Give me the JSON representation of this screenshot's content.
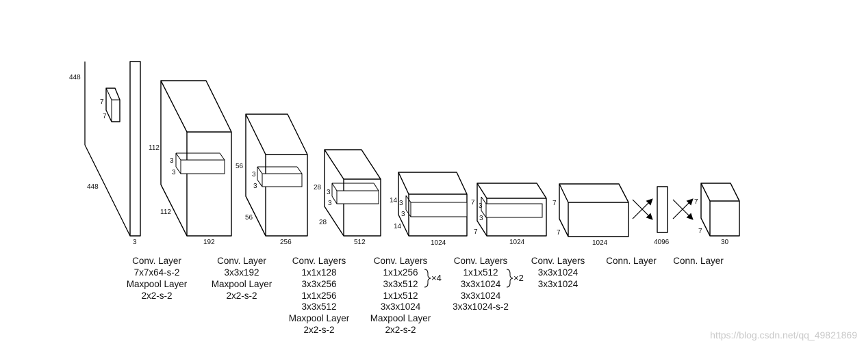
{
  "layers": [
    {
      "id": "L0",
      "dims": [
        "448",
        "448",
        "3"
      ],
      "kernel": [
        "7",
        "7"
      ],
      "caption": [
        "Conv. Layer",
        "7x7x64-s-2",
        "Maxpool Layer",
        "2x2-s-2"
      ]
    },
    {
      "id": "L1",
      "dims": [
        "112",
        "112",
        "192"
      ],
      "kernel": [
        "3",
        "3"
      ],
      "caption": [
        "Conv. Layer",
        "3x3x192",
        "Maxpool Layer",
        "2x2-s-2"
      ]
    },
    {
      "id": "L2",
      "dims": [
        "56",
        "56",
        "256"
      ],
      "kernel": [
        "3",
        "3"
      ],
      "caption": [
        "Conv. Layers",
        "1x1x128",
        "3x3x256",
        "1x1x256",
        "3x3x512",
        "Maxpool Layer",
        "2x2-s-2"
      ]
    },
    {
      "id": "L3",
      "dims": [
        "28",
        "28",
        "512"
      ],
      "kernel": [
        "3",
        "3"
      ],
      "caption": [
        "Conv. Layers",
        "1x1x256",
        "3x3x512",
        "1x1x512",
        "3x3x1024",
        "Maxpool Layer",
        "2x2-s-2"
      ],
      "repeat": "×4"
    },
    {
      "id": "L4",
      "dims": [
        "14",
        "14",
        "1024"
      ],
      "kernel": [
        "3",
        "3"
      ],
      "caption": [
        "Conv. Layers",
        "1x1x512",
        "3x3x1024",
        "3x3x1024",
        "3x3x1024-s-2"
      ],
      "repeat": "×2"
    },
    {
      "id": "L5",
      "dims": [
        "7",
        "7",
        "1024"
      ],
      "kernel": [
        "3",
        "3"
      ],
      "caption": [
        "Conv. Layers",
        "3x3x1024",
        "3x3x1024"
      ]
    },
    {
      "id": "L6",
      "dims": [
        "7",
        "7",
        "1024"
      ],
      "caption": [
        "Conn. Layer"
      ]
    },
    {
      "id": "L7",
      "dims": [
        "4096"
      ],
      "caption": [
        "Conn. Layer"
      ]
    },
    {
      "id": "L8",
      "dims": [
        "7",
        "7",
        "30"
      ]
    }
  ],
  "watermark": "https://blog.csdn.net/qq_49821869"
}
